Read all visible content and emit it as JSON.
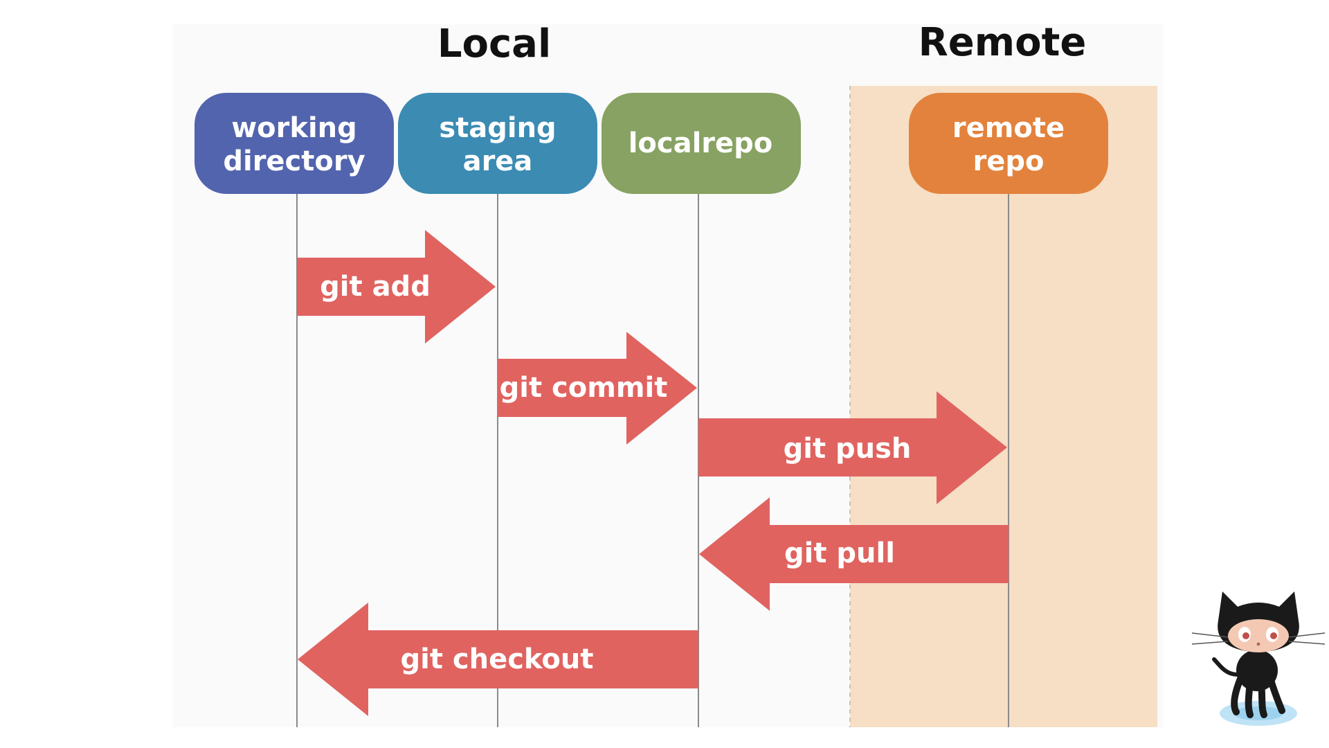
{
  "sections": {
    "local_title": "Local",
    "remote_title": "Remote"
  },
  "stages": [
    {
      "line1": "working",
      "line2": "directory",
      "color": "#5264ad"
    },
    {
      "line1": "staging",
      "line2": "area",
      "color": "#3b8bb3"
    },
    {
      "line1": "localrepo",
      "line2": "",
      "color": "#87a262"
    },
    {
      "line1": "remote",
      "line2": "repo",
      "color": "#e3823c"
    }
  ],
  "commands": [
    {
      "label": "git add",
      "from": 0,
      "to": 1
    },
    {
      "label": "git commit",
      "from": 1,
      "to": 2
    },
    {
      "label": "git push",
      "from": 2,
      "to": 3
    },
    {
      "label": "git pull",
      "from": 3,
      "to": 2
    },
    {
      "label": "git checkout",
      "from": 2,
      "to": 0
    }
  ],
  "colors": {
    "arrow": "#e06360",
    "remote_zone": "#f6dfc5",
    "panel": "#fafafa",
    "lifeline": "#8a8a8a"
  },
  "icons": {
    "mascot": "octocat-icon"
  }
}
